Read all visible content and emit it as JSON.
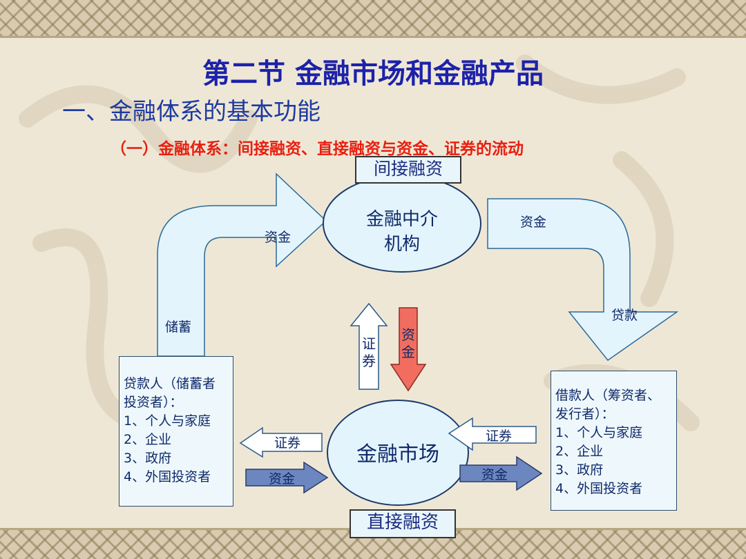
{
  "title": "第二节 金融市场和金融产品",
  "subtitle": "一、金融体系的基本功能",
  "subsubtitle": "（一）金融体系：间接融资、直接融资与资金、证券的流动",
  "indirect_label": "间接融资",
  "direct_label": "直接融资",
  "intermediary": {
    "line1": "金融中介",
    "line2": "机构"
  },
  "market": "金融市场",
  "arrow_labels": {
    "savings": "储蓄",
    "funds_left": "资金",
    "funds_right": "资金",
    "loans": "贷款",
    "securities_up_1": "证",
    "securities_up_2": "券",
    "funds_down_1": "资",
    "funds_down_2": "金",
    "securities_left": "证券",
    "funds_left_bottom": "资金",
    "securities_right": "证券",
    "funds_right_bottom": "资金"
  },
  "lender": {
    "lines": [
      "贷款人（储蓄者",
      "投资者）：",
      "1、个人与家庭",
      "2、企业",
      "3、政府",
      "4、外国投资者"
    ]
  },
  "borrower": {
    "lines": [
      "借款人（筹资者、",
      "发行者）：",
      "1、个人与家庭",
      "2、企业",
      "3、政府",
      "4、外国投资者"
    ]
  }
}
